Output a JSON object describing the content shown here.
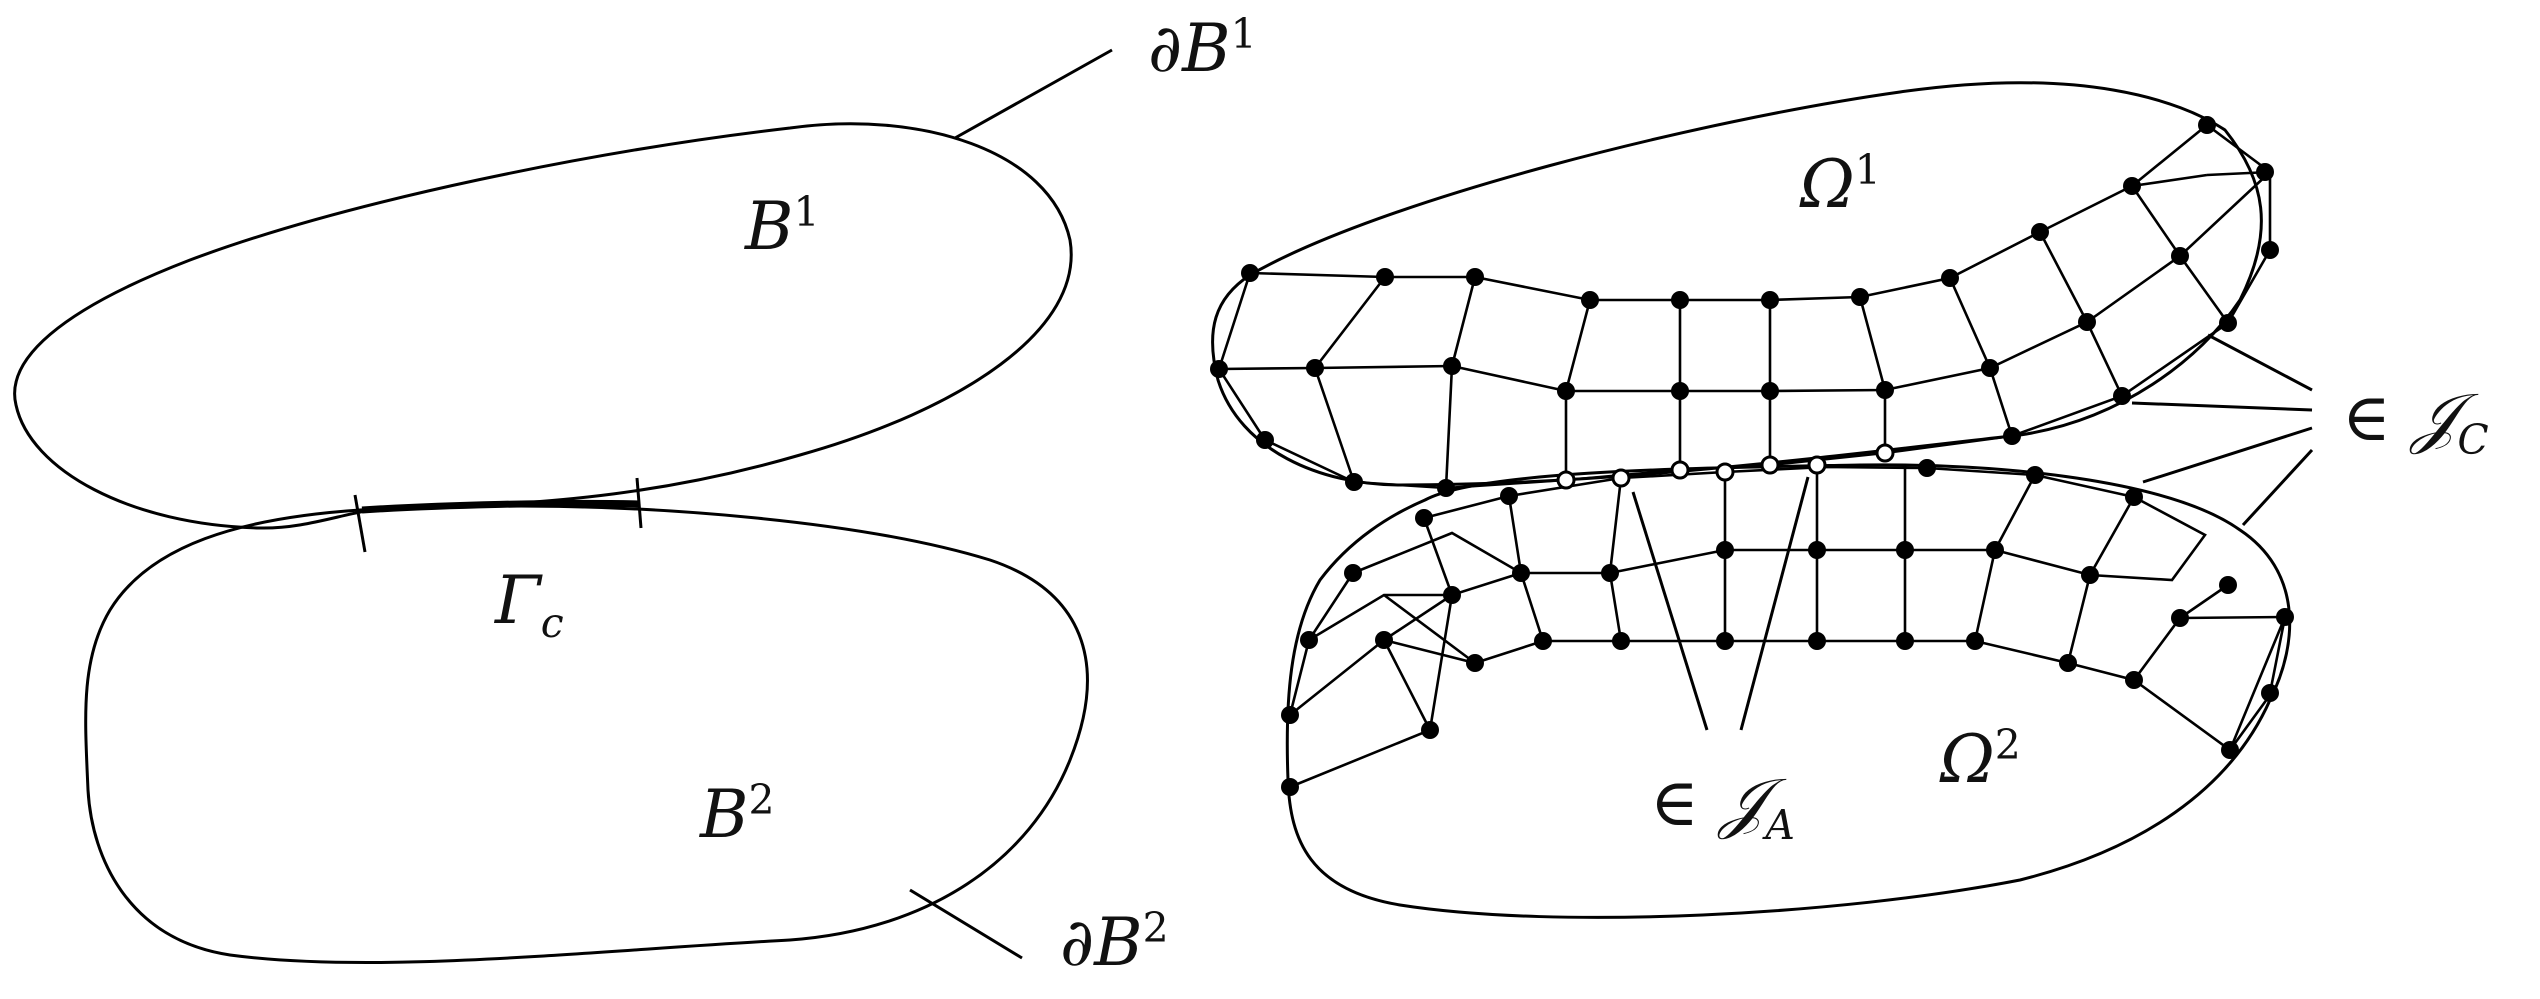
{
  "labels": {
    "dB1": {
      "prefix": "∂",
      "base": "B",
      "sup": "1"
    },
    "dB2": {
      "prefix": "∂",
      "base": "B",
      "sup": "2"
    },
    "B1": {
      "base": "B",
      "sup": "1"
    },
    "B2": {
      "base": "B",
      "sup": "2"
    },
    "gamma_c": {
      "base": "Γ",
      "sub": "c"
    },
    "omega1": {
      "base": "Ω",
      "sup": "1"
    },
    "omega2": {
      "base": "Ω",
      "sup": "2"
    },
    "JC": {
      "prefix": "∈ ",
      "base": "𝒥",
      "sub": "C"
    },
    "JA": {
      "prefix": "∈ ",
      "base": "𝒥",
      "sub": "A"
    }
  },
  "colors": {
    "line": "#000000",
    "background": "#ffffff"
  }
}
